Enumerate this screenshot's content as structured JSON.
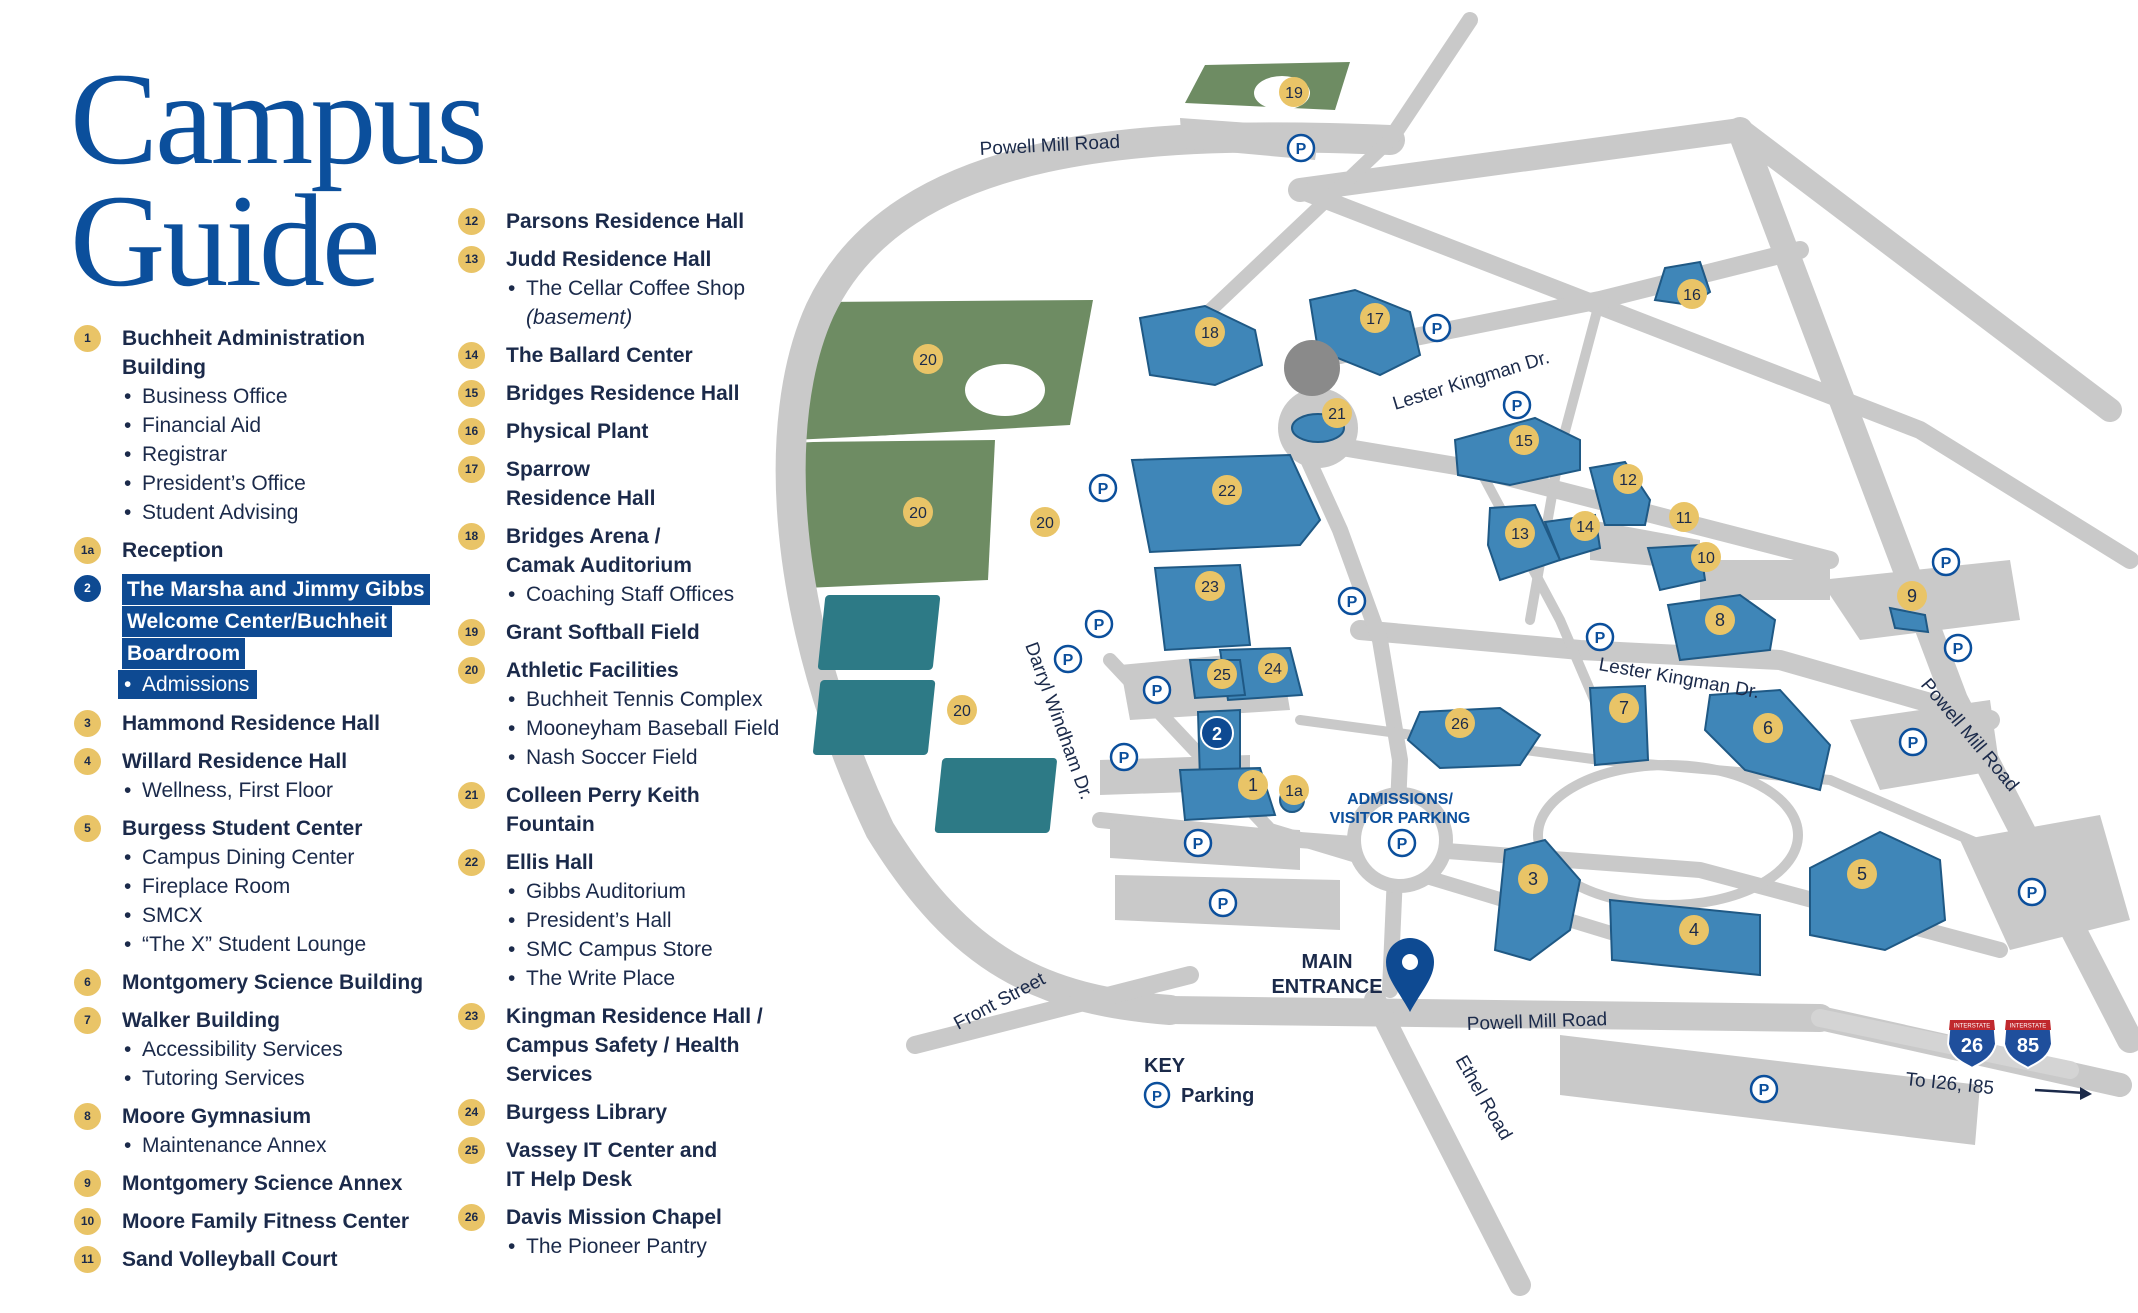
{
  "title": {
    "line1": "Campus",
    "line2": "Guide"
  },
  "locations_col1": [
    {
      "num": "1",
      "name": "Buchheit Administration Building",
      "subs": [
        "Business Office",
        "Financial Aid",
        "Registrar",
        "President’s Office",
        "Student Advising"
      ]
    },
    {
      "num": "1a",
      "name": "Reception",
      "subs": []
    },
    {
      "num": "2",
      "name": "The Marsha and Jimmy Gibbs Welcome Center/Buchheit Boardroom",
      "name_lines": [
        "The Marsha and Jimmy Gibbs",
        "Welcome Center/Buchheit",
        "Boardroom"
      ],
      "subs": [
        "Admissions"
      ],
      "highlighted": true
    },
    {
      "num": "3",
      "name": "Hammond Residence Hall",
      "subs": []
    },
    {
      "num": "4",
      "name": "Willard Residence Hall",
      "subs": [
        "Wellness, First Floor"
      ]
    },
    {
      "num": "5",
      "name": "Burgess Student Center",
      "subs": [
        "Campus Dining Center",
        "Fireplace Room",
        "SMCX",
        "“The X” Student Lounge"
      ]
    },
    {
      "num": "6",
      "name": "Montgomery Science Building",
      "subs": []
    },
    {
      "num": "7",
      "name": "Walker Building",
      "subs": [
        "Accessibility Services",
        "Tutoring Services"
      ]
    },
    {
      "num": "8",
      "name": "Moore Gymnasium",
      "subs": [
        "Maintenance Annex"
      ]
    },
    {
      "num": "9",
      "name": "Montgomery Science Annex",
      "subs": []
    },
    {
      "num": "10",
      "name": "Moore Family Fitness Center",
      "subs": []
    },
    {
      "num": "11",
      "name": "Sand Volleyball Court",
      "subs": []
    }
  ],
  "locations_col2": [
    {
      "num": "12",
      "name": "Parsons Residence Hall",
      "subs": []
    },
    {
      "num": "13",
      "name": "Judd Residence Hall",
      "subs": [
        "The Cellar Coffee Shop"
      ],
      "sub_note": "(basement)"
    },
    {
      "num": "14",
      "name": "The Ballard Center",
      "subs": []
    },
    {
      "num": "15",
      "name": "Bridges Residence Hall",
      "subs": []
    },
    {
      "num": "16",
      "name": "Physical Plant",
      "subs": []
    },
    {
      "num": "17",
      "name": "Sparrow\nResidence Hall",
      "subs": []
    },
    {
      "num": "18",
      "name": "Bridges Arena /\nCamak Auditorium",
      "subs": [
        "Coaching Staff Offices"
      ]
    },
    {
      "num": "19",
      "name": "Grant Softball Field",
      "subs": []
    },
    {
      "num": "20",
      "name": "Athletic Facilities",
      "subs": [
        "Buchheit Tennis Complex",
        "Mooneyham Baseball Field",
        "Nash Soccer Field"
      ]
    },
    {
      "num": "21",
      "name": "Colleen Perry Keith\nFountain",
      "subs": []
    },
    {
      "num": "22",
      "name": "Ellis Hall",
      "subs": [
        "Gibbs Auditorium",
        "President’s Hall",
        "SMC Campus Store",
        "The Write Place"
      ]
    },
    {
      "num": "23",
      "name": "Kingman Residence Hall /\nCampus Safety / Health Services",
      "subs": []
    },
    {
      "num": "24",
      "name": "Burgess Library",
      "subs": []
    },
    {
      "num": "25",
      "name": "Vassey IT Center and\nIT Help Desk",
      "subs": []
    },
    {
      "num": "26",
      "name": "Davis Mission Chapel",
      "subs": [
        "The Pioneer Pantry"
      ]
    }
  ],
  "map": {
    "roads": {
      "powell_mill_top": "Powell Mill Road",
      "lester_kingman_upper": "Lester Kingman Dr.",
      "lester_kingman_lower": "Lester Kingman Dr.",
      "powell_mill_right": "Powell Mill Road",
      "darryl_windham": "Darryl Windham Dr.",
      "front_street": "Front Street",
      "powell_mill_bottom": "Powell Mill Road",
      "ethel_road": "Ethel Road",
      "to_interstates": "To I26, I85"
    },
    "admissions_parking": [
      "ADMISSIONS/",
      "VISITOR PARKING"
    ],
    "main_entrance": [
      "MAIN",
      "ENTRANCE"
    ],
    "interstates": [
      {
        "label": "INTERSTATE",
        "num": "26"
      },
      {
        "label": "INTERSTATE",
        "num": "85"
      }
    ],
    "key": {
      "title": "KEY",
      "parking_symbol": "P",
      "parking_label": "Parking"
    }
  },
  "colors": {
    "brand_blue": "#0b4f9c",
    "highlight_blue": "#0e4a92",
    "badge_gold": "#e9c467",
    "building_blue": "#3f86b8",
    "field_green": "#6e8c63",
    "tennis_teal": "#2d7a86",
    "road_gray": "#c9c9c9"
  }
}
